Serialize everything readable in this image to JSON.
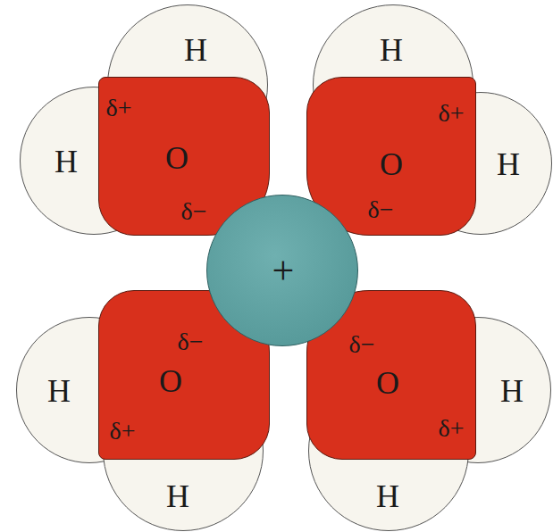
{
  "diagram": {
    "nodes": [
      {
        "text": [
          "H"
        ]
      },
      {
        "text": [
          "H"
        ]
      },
      {
        "text": [
          "δ+",
          "O",
          "δ−"
        ]
      },
      {
        "text": [
          "H"
        ]
      },
      {
        "text": [
          "δ+",
          "O",
          "δ−"
        ]
      },
      {
        "text": [
          "H"
        ]
      },
      {
        "text": [
          "+"
        ]
      },
      {
        "text": [
          "H"
        ]
      },
      {
        "text": [
          "δ−",
          "O",
          "δ+"
        ]
      },
      {
        "text": [
          "H"
        ]
      },
      {
        "text": [
          "δ−",
          "O",
          "δ+"
        ]
      },
      {
        "text": [
          "H"
        ]
      },
      {
        "text": [
          "H"
        ]
      }
    ]
  }
}
